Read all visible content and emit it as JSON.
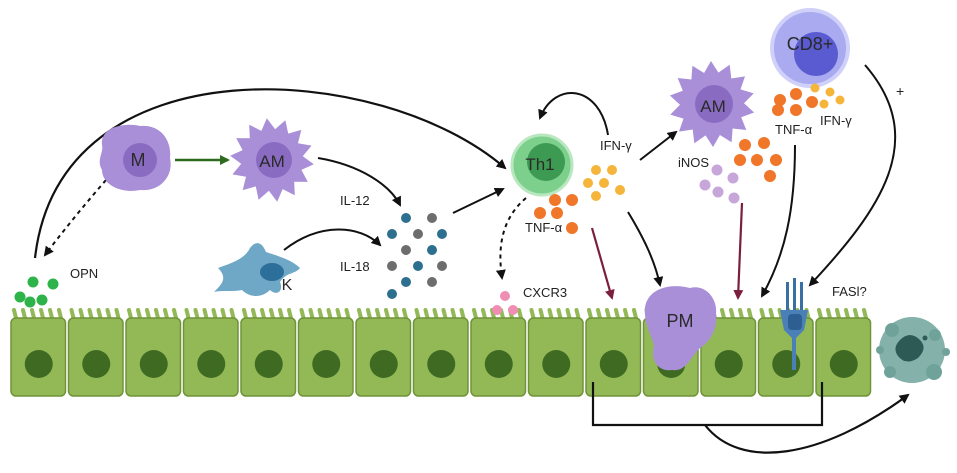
{
  "cells": {
    "macrophage": "M",
    "activated_macrophage_left": "AM",
    "kupffer": "K",
    "th1": "Th1",
    "activated_macrophage_right": "AM",
    "cd8": "CD8+",
    "pit_macrophage": "PM"
  },
  "labels": {
    "opn": "OPN",
    "il12": "IL-12",
    "il18": "IL-18",
    "cxcr3": "CXCR3",
    "tnf_th1": "TNF-α",
    "ifn_th1": "IFN-γ",
    "inos": "iNOS",
    "tnf_cd8": "TNF-α",
    "ifn_cd8": "IFN-γ",
    "fasl": "FASl?",
    "plus": "+"
  },
  "colors": {
    "epithelium": "#93b957",
    "epithelium_border": "#6f9438",
    "nucleus": "#3f6a22",
    "macrophage": "#a98fd8",
    "th1": "#5fbf73",
    "cd8": "#8c8fe0",
    "opn_dots": "#2db34a",
    "cxcr3_dots": "#f08db3",
    "tnf_dots": "#f0762a",
    "ifn_dots": "#f5b43a",
    "inos_dots": "#c7a7da",
    "il12_dots": "#2d6f8f",
    "il18_dots": "#6d6d6d",
    "kupffer": "#6fa7c6",
    "arrow_green": "#2f6b1e",
    "arrow_maroon": "#7a1f3d"
  }
}
